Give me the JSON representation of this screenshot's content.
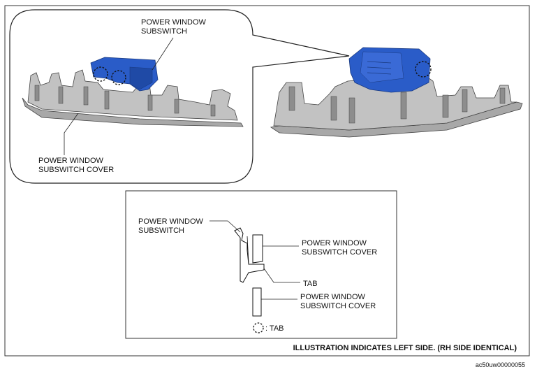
{
  "callouts": {
    "subswitch_top": [
      "POWER WINDOW",
      "SUBSWITCH"
    ],
    "cover_left": [
      "POWER WINDOW",
      "SUBSWITCH COVER"
    ]
  },
  "detail": {
    "subswitch": [
      "POWER WINDOW",
      "SUBSWITCH"
    ],
    "cover_upper": [
      "POWER WINDOW",
      "SUBSWITCH COVER"
    ],
    "tab": "TAB",
    "cover_lower": [
      "POWER WINDOW",
      "SUBSWITCH COVER"
    ],
    "legend_tab": ": TAB"
  },
  "footer_note": "ILLUSTRATION INDICATES LEFT SIDE. (RH SIDE IDENTICAL)",
  "reference_code": "ac50uw00000055",
  "colors": {
    "switch_blue": "#2a5cc8",
    "trim_gray": "#b9b9b9",
    "line": "#222222"
  }
}
